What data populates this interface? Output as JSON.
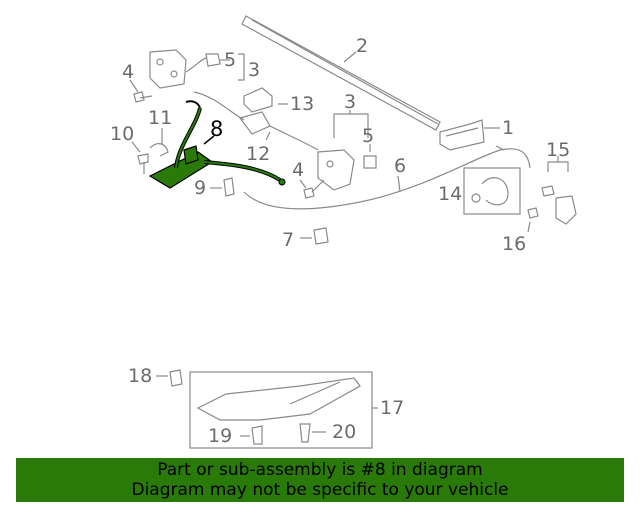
{
  "diagram": {
    "callouts": {
      "c1": "1",
      "c2": "2",
      "c3a": "3",
      "c3b": "3",
      "c4a": "4",
      "c4b": "4",
      "c5a": "5",
      "c5b": "5",
      "c6": "6",
      "c7": "7",
      "c8": "8",
      "c9": "9",
      "c10": "10",
      "c11": "11",
      "c12": "12",
      "c13": "13",
      "c14": "14",
      "c15": "15",
      "c16": "16",
      "c17": "17",
      "c18": "18",
      "c19": "19",
      "c20": "20"
    },
    "highlight_color": "#2a7a0a"
  },
  "banner": {
    "line1": "Part or sub-assembly is #8 in diagram",
    "line2": "Diagram may not be specific to your vehicle"
  }
}
